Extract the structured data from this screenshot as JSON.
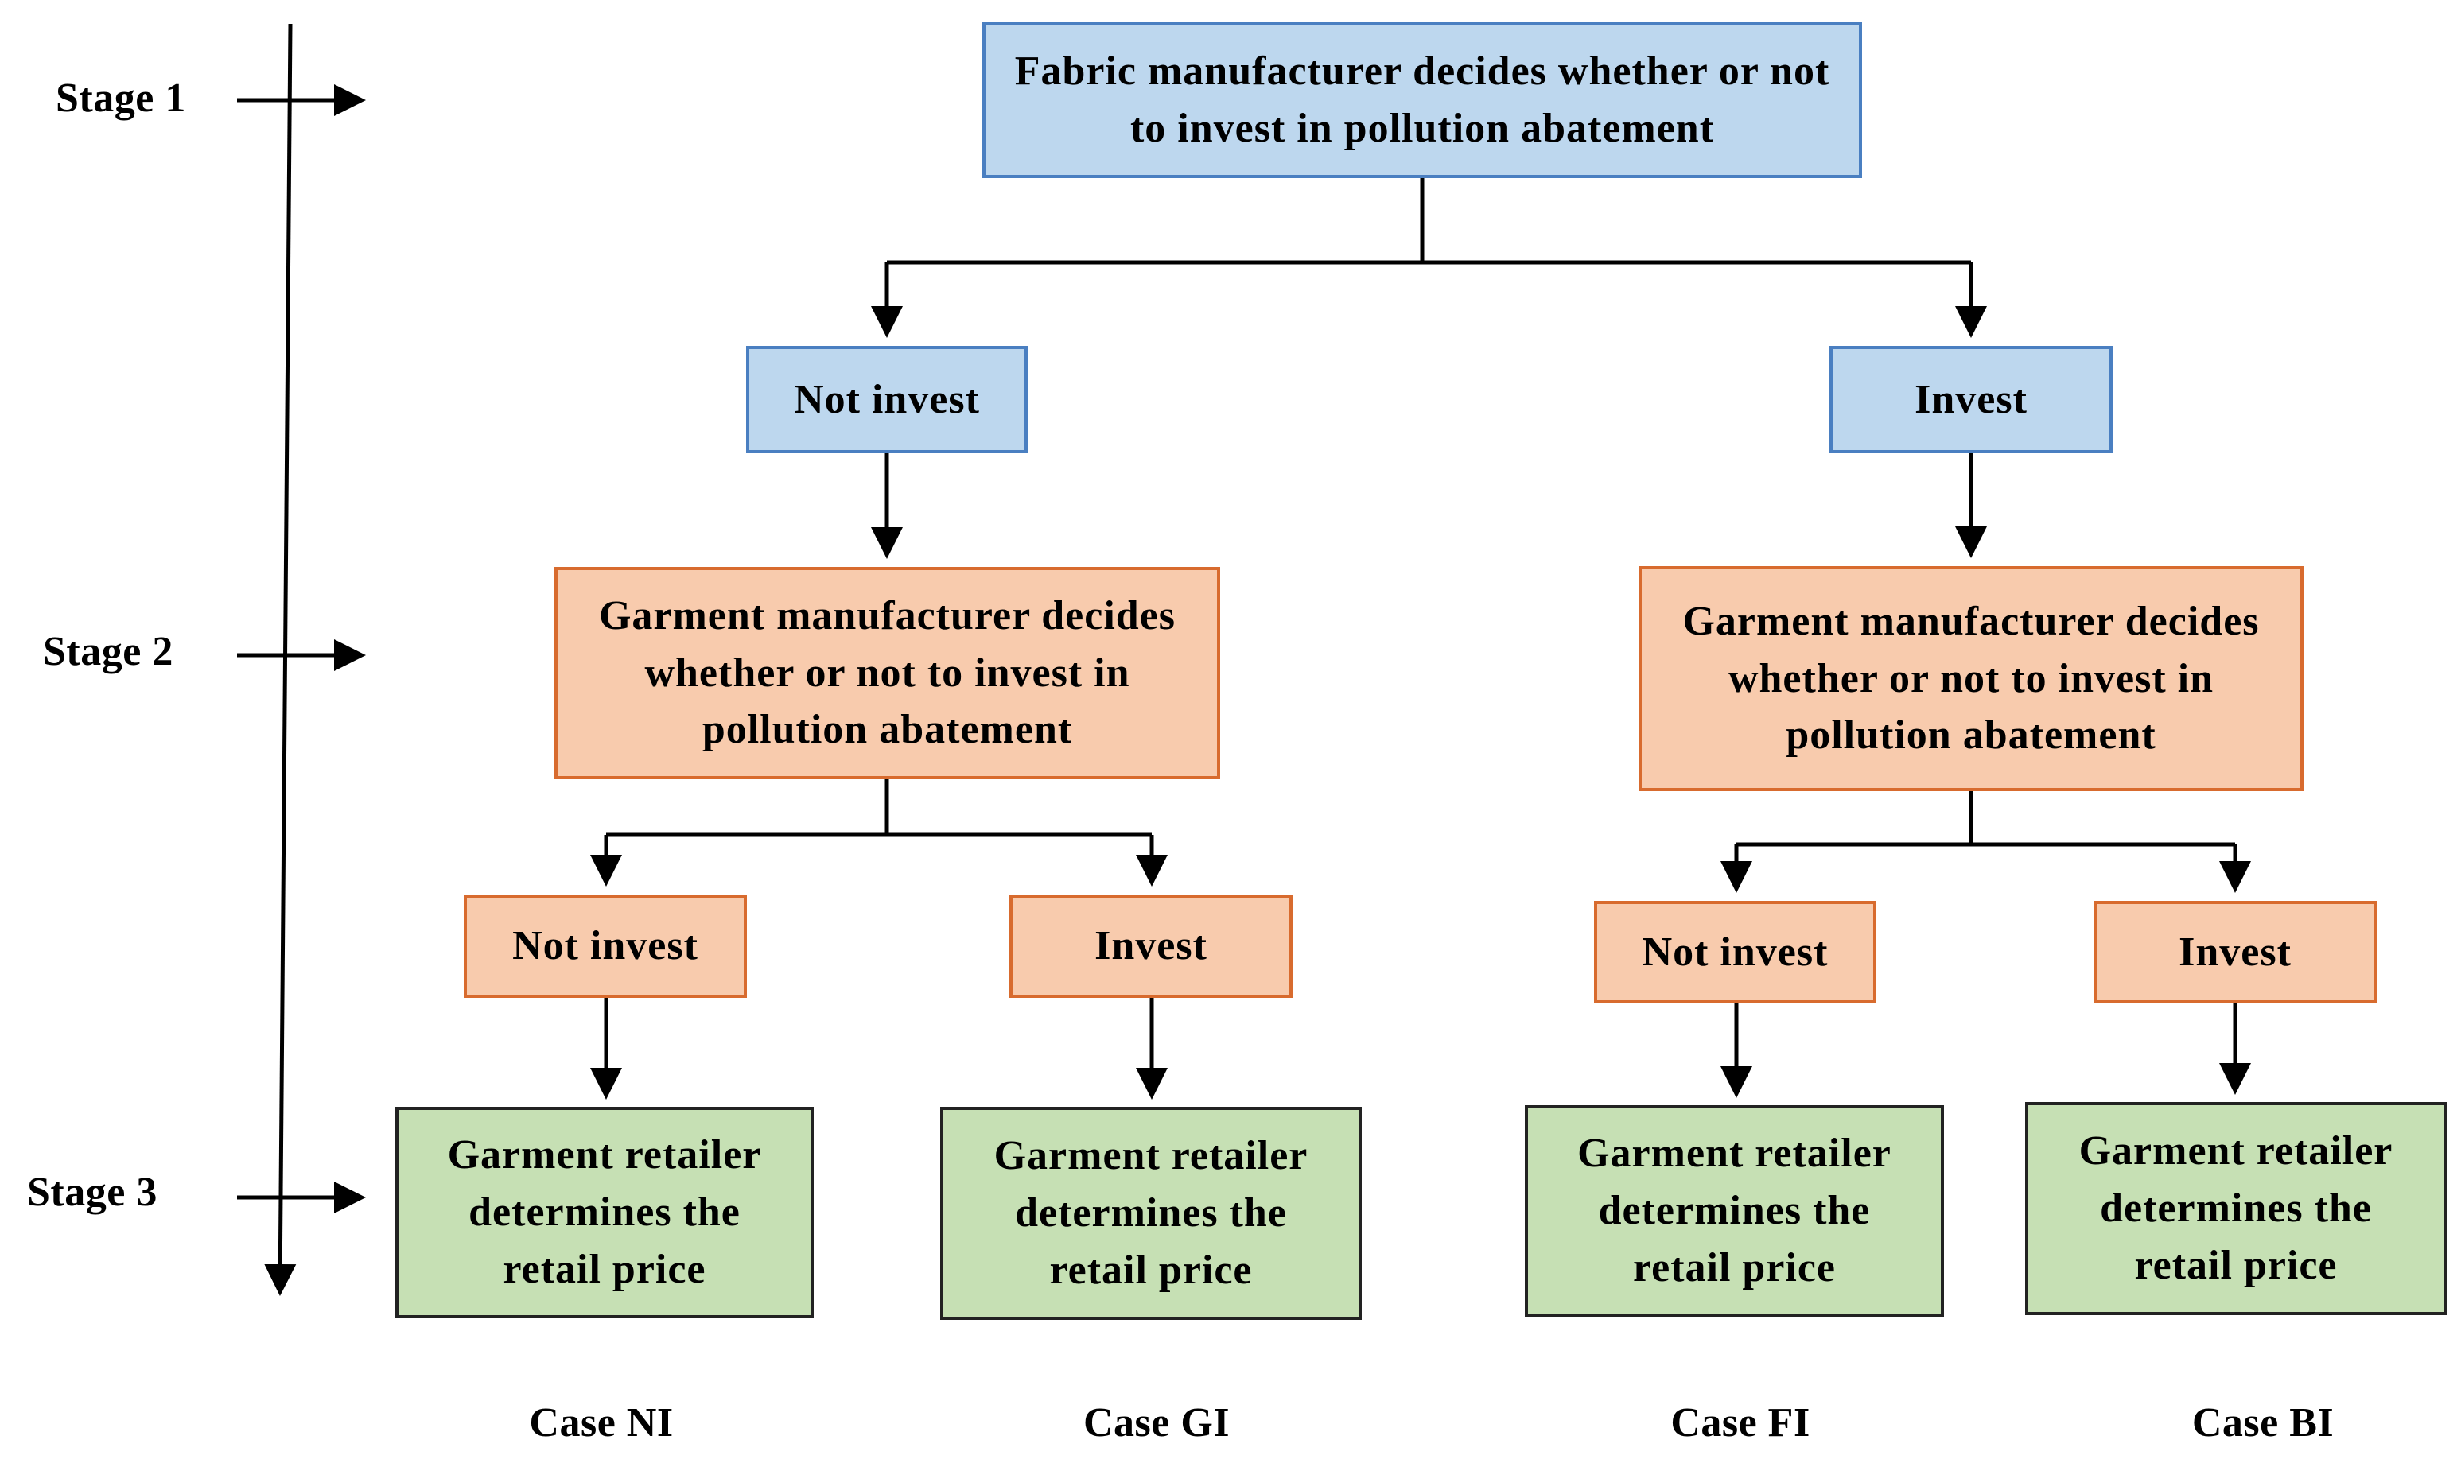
{
  "stages": [
    "Stage 1",
    "Stage 2",
    "Stage 3"
  ],
  "root": {
    "text": "Fabric manufacturer decides whether or not to invest in pollution abatement"
  },
  "fabric_choices": {
    "left": "Not invest",
    "right": "Invest"
  },
  "garment_decision": {
    "left": "Garment manufacturer decides whether or not to invest in pollution abatement",
    "right": "Garment manufacturer decides whether or not to invest in pollution abatement"
  },
  "garment_choices": [
    "Not invest",
    "Invest",
    "Not invest",
    "Invest"
  ],
  "retailer": [
    "Garment retailer determines the retail price",
    "Garment retailer determines the retail price",
    "Garment retailer determines the retail price",
    "Garment retailer determines the retail price"
  ],
  "cases": [
    "Case NI",
    "Case GI",
    "Case FI",
    "Case BI"
  ],
  "colors": {
    "blue_fill": "#bdd7ee",
    "blue_border": "#4a7fc1",
    "orange_fill": "#f8cbad",
    "orange_border": "#d86b2e",
    "green_fill": "#c6e0b4"
  }
}
